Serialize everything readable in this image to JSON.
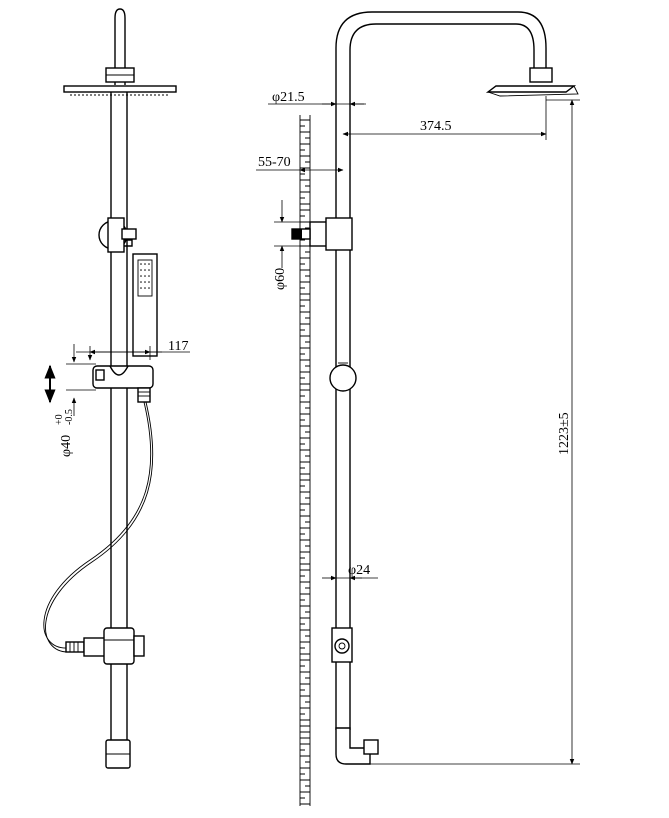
{
  "dimensions": {
    "front_slider_width": "117",
    "front_slider_dia": "φ40",
    "front_slider_tol_upper": "+0",
    "front_slider_tol_lower": "-0.5",
    "side_pipe_dia_top": "φ21.5",
    "side_arm_reach": "374.5",
    "side_wall_offset": "55-70",
    "side_bracket_dia": "φ60",
    "side_overall_height": "1223±5",
    "side_rail_dia": "φ24"
  }
}
